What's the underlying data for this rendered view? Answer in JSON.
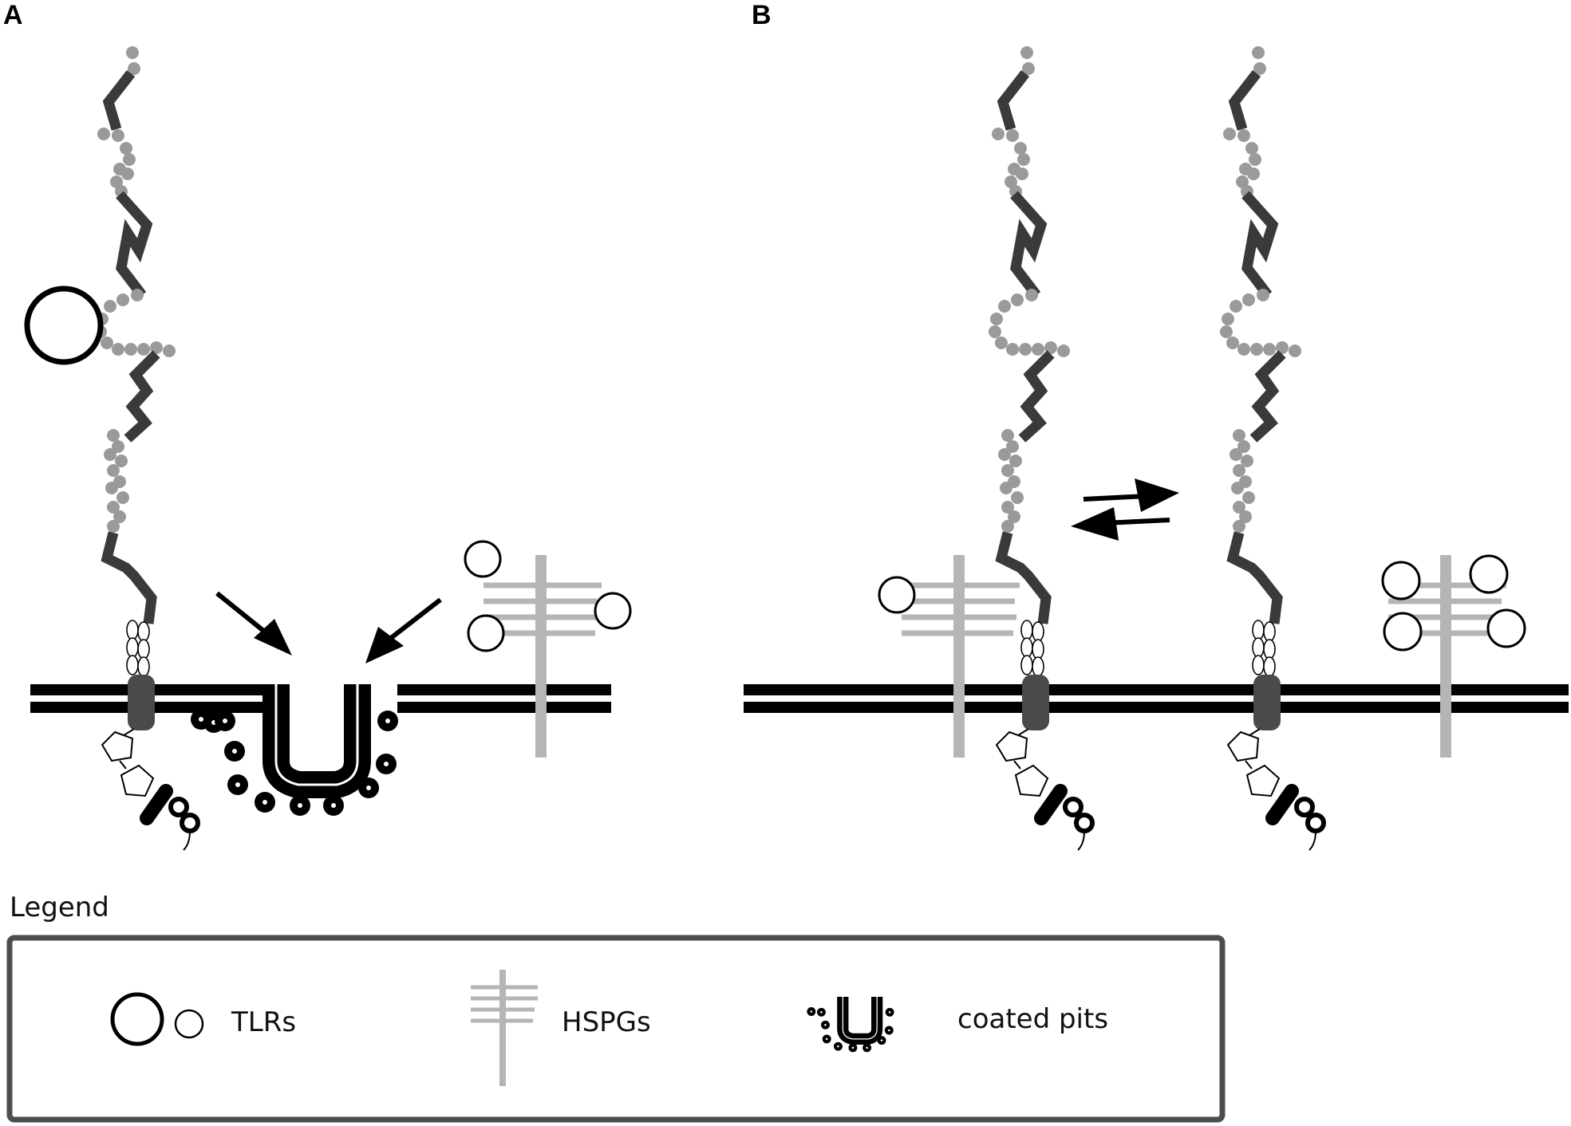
{
  "panels": {
    "a_label": "A",
    "b_label": "B"
  },
  "legend": {
    "title": "Legend",
    "items": [
      {
        "icon": "tlr-circles-icon",
        "label": "TLRs"
      },
      {
        "icon": "hspg-icon",
        "label": "HSPGs"
      },
      {
        "icon": "coated-pit-icon",
        "label": "coated pits"
      }
    ]
  },
  "colors": {
    "membrane": "#000000",
    "protein_dark": "#3a3a3a",
    "bead_gray": "#9a9a9a",
    "hspg_gray": "#b5b5b5",
    "receptor_dark": "#4a4a4a",
    "legend_border": "#4d4d4d"
  }
}
